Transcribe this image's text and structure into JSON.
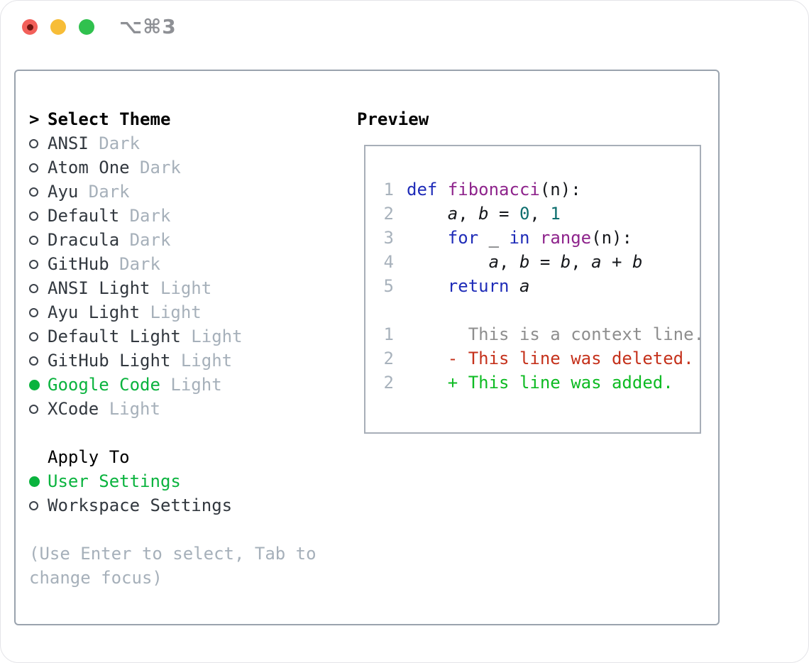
{
  "window": {
    "title": "⌥⌘3",
    "traffic_lights": [
      "close",
      "minimize",
      "zoom"
    ]
  },
  "colors": {
    "accent_green": "#0ab33e",
    "traffic_red": "#f2605a",
    "traffic_red_dot": "#701510",
    "traffic_yellow": "#f7bd37",
    "traffic_green": "#30c14e",
    "text_primary": "#32383f",
    "text_muted": "#a6b0ba",
    "panel_border": "#9aa3ae",
    "line_number": "#a8b2bc",
    "syntax_keyword": "#1f2cb8",
    "syntax_function": "#8e248c",
    "syntax_literal": "#0d6e6e",
    "diff_context": "#8e8e8e",
    "diff_deleted": "#c5321c",
    "diff_added": "#0ebb23"
  },
  "theme_picker": {
    "header": {
      "prompt": ">",
      "label": "Select Theme"
    },
    "themes": [
      {
        "name": "ANSI",
        "variant": "Dark",
        "selected": false
      },
      {
        "name": "Atom One",
        "variant": "Dark",
        "selected": false
      },
      {
        "name": "Ayu",
        "variant": "Dark",
        "selected": false
      },
      {
        "name": "Default",
        "variant": "Dark",
        "selected": false
      },
      {
        "name": "Dracula",
        "variant": "Dark",
        "selected": false
      },
      {
        "name": "GitHub",
        "variant": "Dark",
        "selected": false
      },
      {
        "name": "ANSI Light",
        "variant": "Light",
        "selected": false
      },
      {
        "name": "Ayu Light",
        "variant": "Light",
        "selected": false
      },
      {
        "name": "Default Light",
        "variant": "Light",
        "selected": false
      },
      {
        "name": "GitHub Light",
        "variant": "Light",
        "selected": false
      },
      {
        "name": "Google Code",
        "variant": "Light",
        "selected": true
      },
      {
        "name": "XCode",
        "variant": "Light",
        "selected": false
      }
    ],
    "apply_to": {
      "label": "Apply To",
      "options": [
        {
          "label": "User Settings",
          "selected": true
        },
        {
          "label": "Workspace Settings",
          "selected": false
        }
      ]
    },
    "hint": "(Use Enter to select, Tab to change focus)"
  },
  "preview": {
    "title": "Preview",
    "code_lines": [
      {
        "ln": "1",
        "segs": [
          [
            "def",
            "kw"
          ],
          [
            " ",
            "p"
          ],
          [
            "fibonacci",
            "fn"
          ],
          [
            "(n):",
            "p"
          ]
        ]
      },
      {
        "ln": "2",
        "segs": [
          [
            "    ",
            "p"
          ],
          [
            "a",
            "v"
          ],
          [
            ", ",
            "p"
          ],
          [
            "b",
            "v"
          ],
          [
            " = ",
            "p"
          ],
          [
            "0",
            "lit"
          ],
          [
            ", ",
            "p"
          ],
          [
            "1",
            "lit"
          ]
        ]
      },
      {
        "ln": "3",
        "segs": [
          [
            "    ",
            "p"
          ],
          [
            "for",
            "kw"
          ],
          [
            " _ ",
            "p"
          ],
          [
            "in",
            "kw"
          ],
          [
            " ",
            "p"
          ],
          [
            "range",
            "fn"
          ],
          [
            "(n):",
            "p"
          ]
        ]
      },
      {
        "ln": "4",
        "segs": [
          [
            "        ",
            "p"
          ],
          [
            "a",
            "v"
          ],
          [
            ", ",
            "p"
          ],
          [
            "b",
            "v"
          ],
          [
            " = ",
            "p"
          ],
          [
            "b",
            "v"
          ],
          [
            ", ",
            "p"
          ],
          [
            "a",
            "v"
          ],
          [
            " + ",
            "p"
          ],
          [
            "b",
            "v"
          ]
        ]
      },
      {
        "ln": "5",
        "segs": [
          [
            "    ",
            "p"
          ],
          [
            "return",
            "kw"
          ],
          [
            " ",
            "p"
          ],
          [
            "a",
            "v"
          ]
        ]
      }
    ],
    "diff_lines": [
      {
        "ln": "1",
        "text": "      This is a context line.",
        "kind": "context"
      },
      {
        "ln": "2",
        "text": "    - This line was deleted.",
        "kind": "deleted"
      },
      {
        "ln": "2",
        "text": "    + This line was added.",
        "kind": "added"
      }
    ]
  }
}
